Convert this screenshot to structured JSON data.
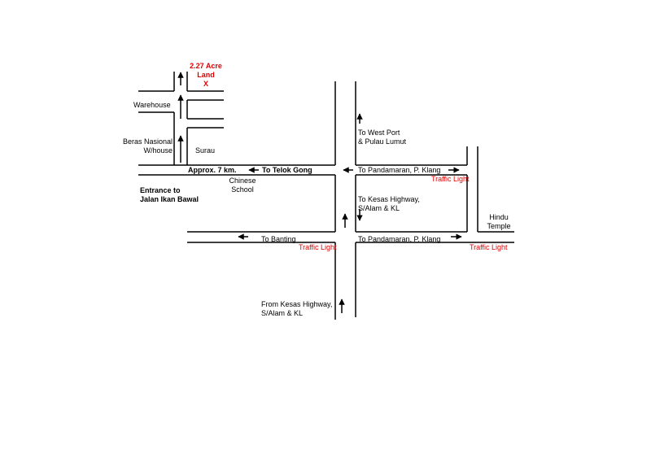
{
  "title": {
    "line1": "2.27 Acre",
    "line2": "Land",
    "line3": "X"
  },
  "labels": {
    "warehouse": "Warehouse",
    "beras_line1": "Beras Nasional",
    "beras_line2": "W/house",
    "surau": "Surau",
    "approx": "Approx. 7 km.",
    "to_telok_gong": "To Telok Gong",
    "chinese_school_line1": "Chinese",
    "chinese_school_line2": "School",
    "entrance_line1": "Entrance to",
    "entrance_line2": "Jalan Ikan Bawal",
    "to_west_port_line1": "To West Port",
    "to_west_port_line2": "& Pulau Lumut",
    "to_pandamaran_top": "To Pandamaran, P. Klang",
    "traffic_light_1": "Traffic Light",
    "to_kesas_line1": "To Kesas Highway,",
    "to_kesas_line2": "S/Alam & KL",
    "hindu_line1": "Hindu",
    "hindu_line2": "Temple",
    "to_banting": "To Banting",
    "traffic_light_2": "Traffic Light",
    "to_pandamaran_bottom": "To Pandamaran, P. Klang",
    "traffic_light_3": "Traffic Light",
    "from_kesas_line1": "From Kesas Highway,",
    "from_kesas_line2": "S/Alam & KL"
  },
  "colors": {
    "road": "#000000",
    "highlight": "#e00000",
    "background": "#ffffff"
  }
}
